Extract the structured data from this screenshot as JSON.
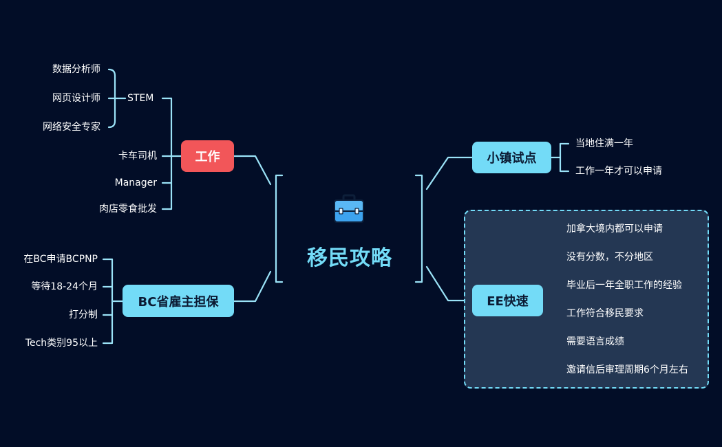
{
  "center": {
    "title": "移民攻略",
    "icon": "briefcase-icon"
  },
  "left": {
    "work": {
      "label": "工作",
      "stem": {
        "label": "STEM",
        "items": [
          "数据分析师",
          "网页设计师",
          "网络安全专家"
        ]
      },
      "items": [
        "卡车司机",
        "Manager",
        "肉店零食批发"
      ]
    },
    "bc": {
      "label": "BC省雇主担保",
      "items": [
        "在BC申请BCPNP",
        "等待18-24个月",
        "打分制",
        "Tech类别95以上"
      ]
    }
  },
  "right": {
    "town": {
      "label": "小镇试点",
      "items": [
        "当地住满一年",
        "工作一年才可以申请"
      ]
    },
    "ee": {
      "label": "EE快速",
      "items": [
        "加拿大境内都可以申请",
        "没有分数，不分地区",
        "毕业后一年全职工作的经验",
        "工作符合移民要求",
        "需要语言成绩",
        "邀请信后审理周期6个月左右"
      ]
    }
  },
  "colors": {
    "background": "#020d27",
    "line": "#9be3f8",
    "node_cyan": "#73dbf7",
    "node_red": "#f25659",
    "panel": "#243753"
  }
}
